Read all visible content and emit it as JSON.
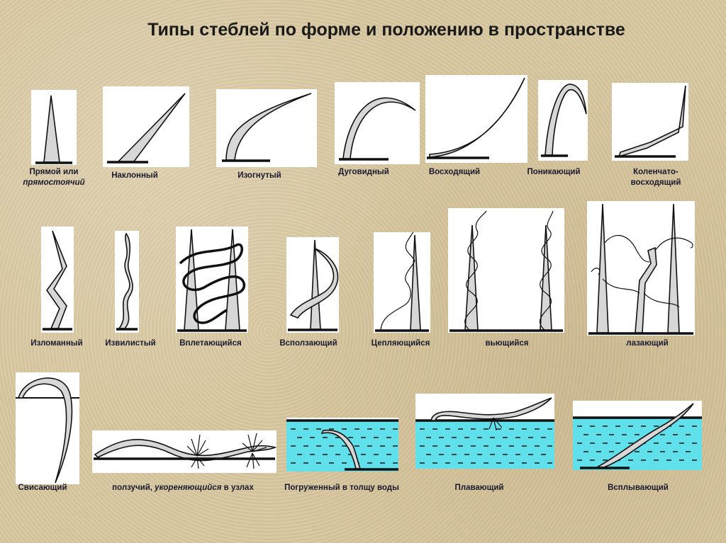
{
  "title": "Типы стеблей по форме и положению в пространстве",
  "labels": {
    "pryamoy": "Прямой или",
    "pryamoy_2": "прямостоячий",
    "naklonny": "Наклонный",
    "izognuty": "Изогнутый",
    "dugovidny": "Дуговидный",
    "voskhodyashchiy": "Восходящий",
    "ponikayushchiy": "Поникающий",
    "kolenchato": "Коленчато-",
    "kolenchato_2": "восходящий",
    "izlomanny": "Изломанный",
    "izvilisty": "Извилистый",
    "vpletayushchiysya": "Вплетающийся",
    "vspolzayushchiy": "Всползающий",
    "ceplyayushchiysya": "Цепляющийся",
    "vyushchiysya": "вьющийся",
    "lazayushchiy": "лазающий",
    "svisayushchiy": "Свисающий",
    "polzuchiy": "ползучий, ",
    "polzuchiy_2": "укореняющийся",
    "polzuchiy_3": " в узлах",
    "pogruzhenny": "Погруженный в толщу воды",
    "plavayushchiy": "Плавающий",
    "vsplyvayushchiy": "Всплывающий"
  },
  "colors": {
    "background": "#d9c8a0",
    "panel": "#ffffff",
    "stem_fill": "#d7d7d7",
    "water": "#5fe0ea",
    "line": "#111111"
  }
}
